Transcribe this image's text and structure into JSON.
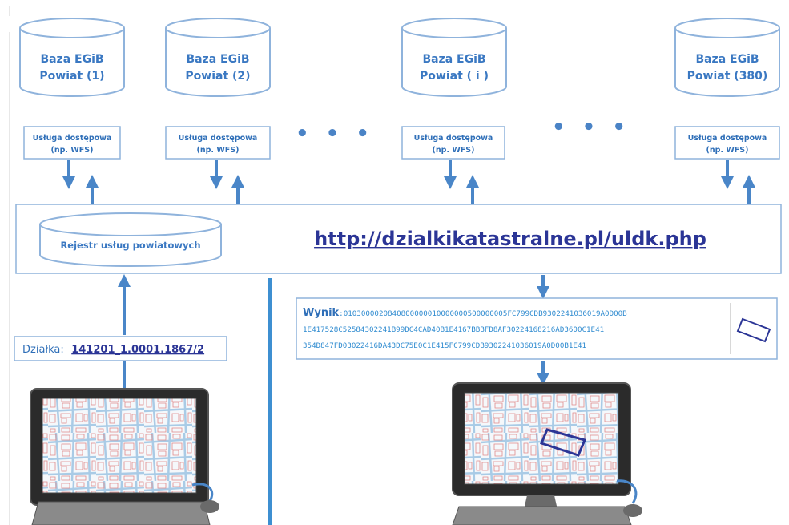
{
  "databases": [
    {
      "title": "Baza EGiB",
      "subtitle": "Powiat (1)"
    },
    {
      "title": "Baza EGiB",
      "subtitle": "Powiat (2)"
    },
    {
      "title": "Baza EGiB",
      "subtitle": "Powiat ( i )"
    },
    {
      "title": "Baza EGiB",
      "subtitle": "Powiat (380)"
    }
  ],
  "service": {
    "line1": "Usługa dostępowa",
    "line2": "(np. WFS)"
  },
  "ellipsis": "• • •",
  "registry": {
    "label": "Rejestr usług powiatowych"
  },
  "url": "http://dzialkikatastralne.pl/uldk.php",
  "parcel": {
    "label": "Działka:",
    "id": "141201_1.0001.1867/2"
  },
  "result": {
    "label": "Wynik",
    "lines": [
      ":0103000020840800000010000000500000005FC799CDB9302241036019A0D00B",
      "1E417528C52584302241B99DC4CAD40B1E4167BBBFD8AF30224168216AD3600C1E41",
      "354D847FD03022416DA43DC75E0C1E415FC799CDB9302241036019A0D00B1E41"
    ]
  },
  "colors": {
    "arrow": "#4a86c8",
    "box_border": "#8fb3dc",
    "text_blue": "#3a78c2",
    "url": "#2b3596",
    "parcel_outline": "#2b3596"
  },
  "icons": [
    "database-icon",
    "computer-icon",
    "parcel-polygon-icon"
  ]
}
